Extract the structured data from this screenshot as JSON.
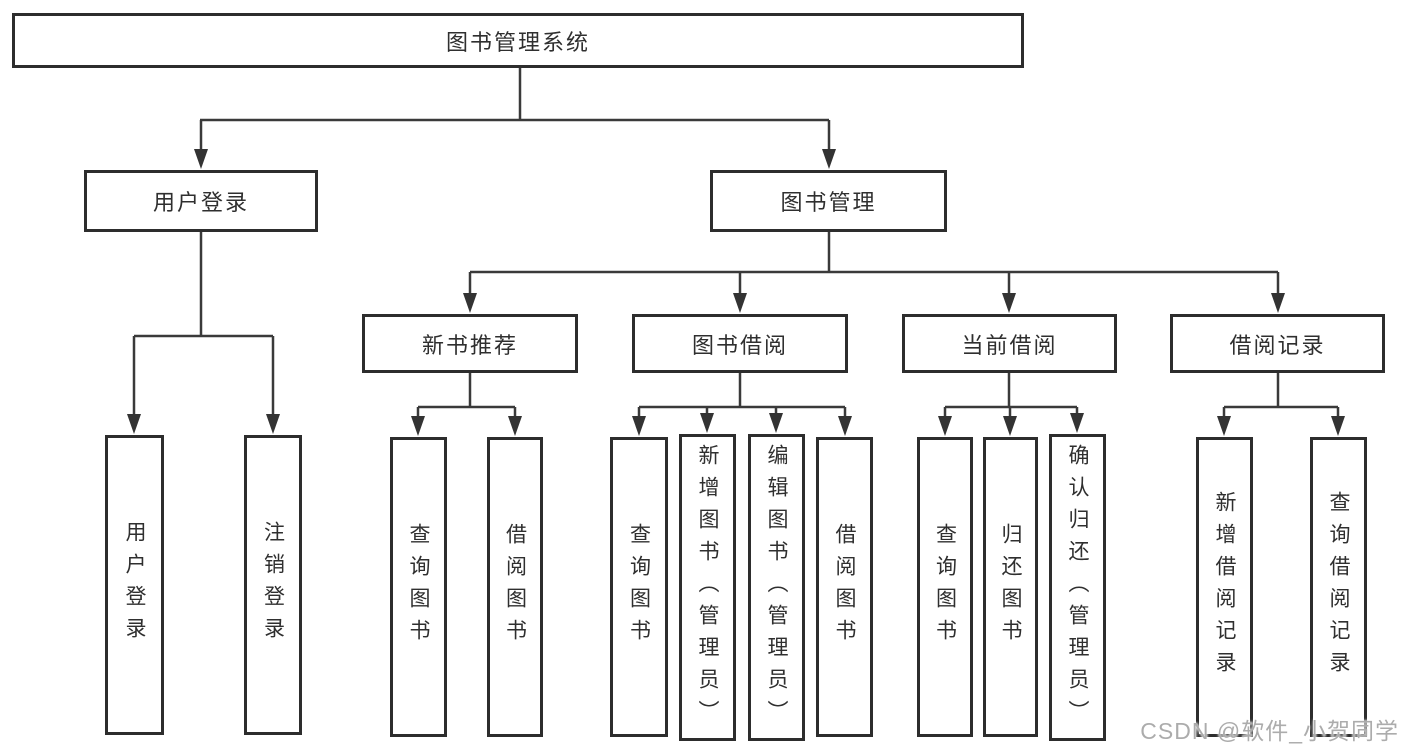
{
  "diagram": {
    "type": "hierarchy-flowchart",
    "colors": {
      "background": "#ffffff",
      "box_border": "#2d2d2d",
      "connector_line": "#3a3a3a",
      "text": "#2f2f2f",
      "watermark": "#acacac"
    },
    "tree": {
      "label": "图书管理系统",
      "children": [
        {
          "label": "用户登录",
          "children": [
            {
              "label": "用户登录"
            },
            {
              "label": "注销登录"
            }
          ]
        },
        {
          "label": "图书管理",
          "children": [
            {
              "label": "新书推荐",
              "children": [
                {
                  "label": "查询图书"
                },
                {
                  "label": "借阅图书"
                }
              ]
            },
            {
              "label": "图书借阅",
              "children": [
                {
                  "label": "查询图书"
                },
                {
                  "label": "新增图书（管理员）"
                },
                {
                  "label": "编辑图书（管理员）"
                },
                {
                  "label": "借阅图书"
                }
              ]
            },
            {
              "label": "当前借阅",
              "children": [
                {
                  "label": "查询图书"
                },
                {
                  "label": "归还图书"
                },
                {
                  "label": "确认归还（管理员）"
                }
              ]
            },
            {
              "label": "借阅记录",
              "children": [
                {
                  "label": "新增借阅记录"
                },
                {
                  "label": "查询借阅记录"
                }
              ]
            }
          ]
        }
      ]
    },
    "watermark": {
      "text": "CSDN @软件_小贺同学"
    }
  }
}
